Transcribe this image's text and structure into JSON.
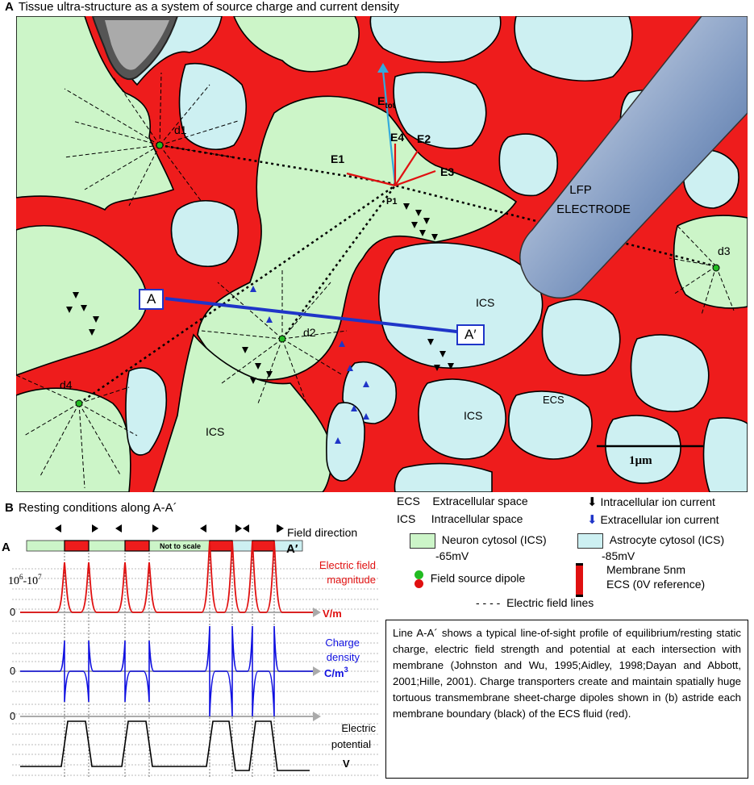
{
  "panel_a": {
    "letter": "A",
    "title": "Tissue ultra-structure as a system of source charge and current density",
    "labels": {
      "d1": "d1",
      "d2": "d2",
      "d3": "d3",
      "d4": "d4",
      "e_tot": "E",
      "e_tot_sub": "tot",
      "e1": "E1",
      "e2": "E2",
      "e3": "E3",
      "e4": "E4",
      "p1": "P1",
      "electrode_line1": "LFP",
      "electrode_line2": "ELECTRODE",
      "ics_1": "ICS",
      "ics_2": "ICS",
      "ics_3": "ICS",
      "ecs": "ECS",
      "scale": "1µm",
      "point_a": "A",
      "point_a_prime": "A′"
    },
    "colors": {
      "ecs": "#ee1c1c",
      "neuron": "#ccf5c8",
      "astrocyte": "#cdf0f2",
      "profile_line": "#1f35c8",
      "etot_arrow": "#33aadd"
    }
  },
  "panel_b": {
    "letter": "B",
    "title": "Resting conditions along A-A´",
    "axis_start": "A",
    "axis_end": "A′",
    "not_to_scale": "Not to scale",
    "field_direction": "Field direction",
    "magnitude_range": "10",
    "magnitude_exp1": "6",
    "magnitude_sep": "-10",
    "magnitude_exp2": "7",
    "zero_1": "0",
    "zero_2": "0",
    "zero_3": "0",
    "field_label_1": "Electric field",
    "field_label_2": "magnitude",
    "field_unit": "V/m",
    "charge_label_1": "Charge",
    "charge_label_2": "density",
    "charge_unit": "C/m",
    "charge_unit_exp": "3",
    "potential_label_1": "Electric",
    "potential_label_2": "potential",
    "potential_unit": "V",
    "colors": {
      "field": "#e01010",
      "charge": "#1010e0",
      "potential": "#000000"
    }
  },
  "legend": {
    "ecs_abbr": "ECS",
    "ecs_desc": "Extracellular space",
    "ics_abbr": "ICS",
    "ics_desc": "Intracellular space",
    "intra_current": "Intracellular ion current",
    "extra_current": "Extracellular ion current",
    "neuron_line1": "Neuron cytosol (ICS)",
    "neuron_line2": "-65mV",
    "astro_line1": "Astrocyte cytosol (ICS)",
    "astro_line2": "-85mV",
    "dipole": "Field source dipole",
    "membrane": "Membrane 5nm",
    "ecs_ref": "ECS (0V reference)",
    "field_lines": "Electric field lines"
  },
  "description": "Line A-A´ shows a typical line-of-sight profile of equilibrium/resting static charge, electric field strength and potential at each intersection with membrane (Johnston and Wu, 1995;Aidley, 1998;Dayan and Abbott, 2001;Hille, 2001). Charge transporters create and maintain spatially huge tortuous transmembrane sheet-charge dipoles shown in (b) astride each membrane boundary (black) of the ECS fluid (red)."
}
